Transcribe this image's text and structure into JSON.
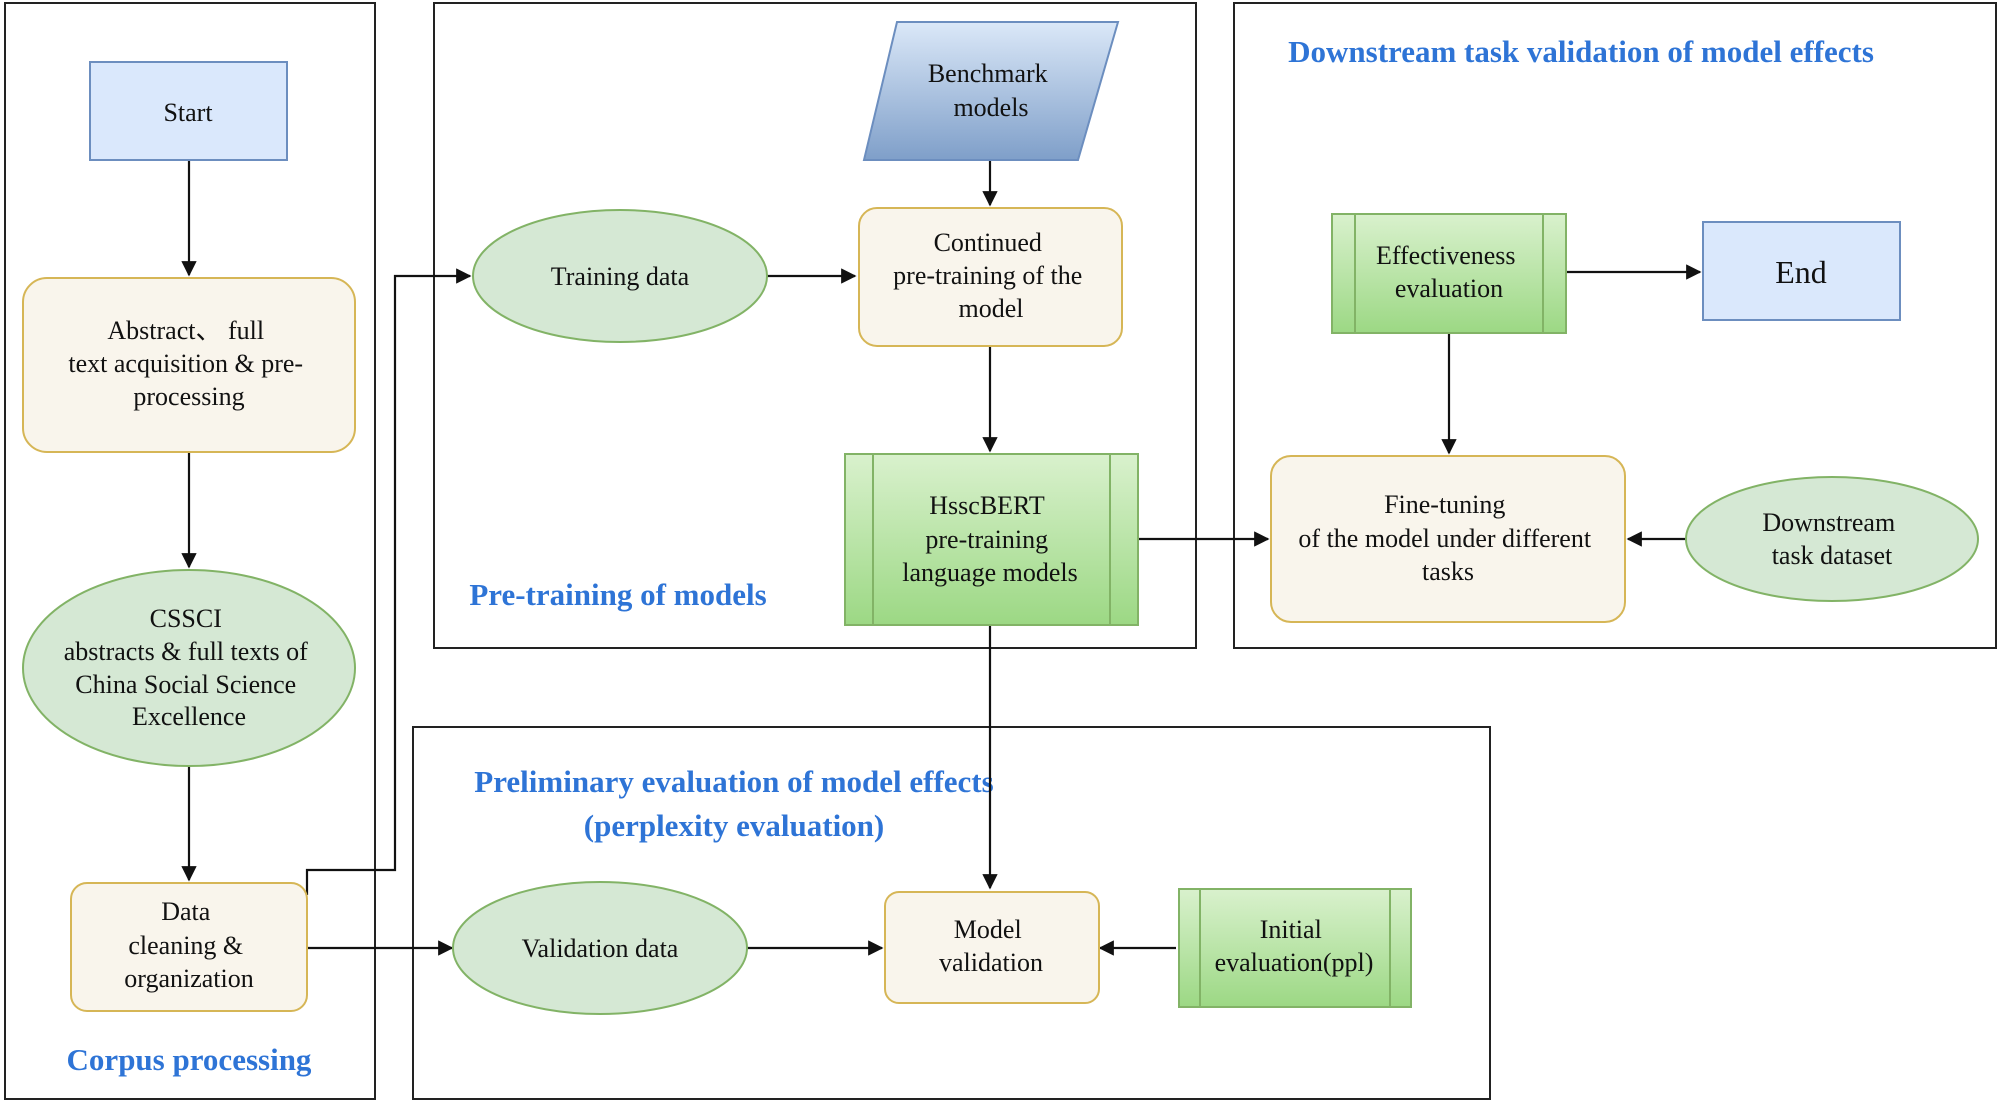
{
  "colors": {
    "title_blue": "#2e74d6",
    "blue_fill": "#dae8fc",
    "blue_stroke": "#6c8ebf",
    "beige_fill": "#f9f5ec",
    "beige_stroke": "#d6b656",
    "green_fill": "#d5e8d4",
    "green_stroke": "#82b366",
    "subroutine_fill": "#a8dc8f"
  },
  "sections": {
    "corpus": "Corpus processing",
    "pretraining": "Pre-training of models",
    "downstream": "Downstream task validation of model effects",
    "preliminary_line1": "Preliminary evaluation of model effects",
    "preliminary_line2": "(perplexity evaluation)"
  },
  "nodes": {
    "start": [
      "Start"
    ],
    "abstract": [
      "Abstract、 full",
      "text acquisition & pre-",
      "processing"
    ],
    "cssci": [
      "CSSCI",
      "abstracts & full texts of",
      "China Social Science",
      "Excellence"
    ],
    "cleaning": [
      "Data",
      "cleaning &",
      "organization"
    ],
    "benchmark": [
      "Benchmark",
      "models"
    ],
    "training": [
      "Training data"
    ],
    "continued": [
      "Continued",
      "pre-training of the",
      "model"
    ],
    "hsscbert": [
      "HsscBERT",
      "pre-training",
      "language models"
    ],
    "effectiveness": [
      "Effectiveness",
      "evaluation"
    ],
    "end": [
      "End"
    ],
    "finetuning": [
      "Fine-tuning",
      "of the model under different",
      "tasks"
    ],
    "downstream_dataset": [
      "Downstream",
      "task dataset"
    ],
    "validation": [
      "Validation data"
    ],
    "model_validation": [
      "Model",
      "validation"
    ],
    "initial_eval": [
      "Initial",
      "evaluation(ppl)"
    ]
  }
}
